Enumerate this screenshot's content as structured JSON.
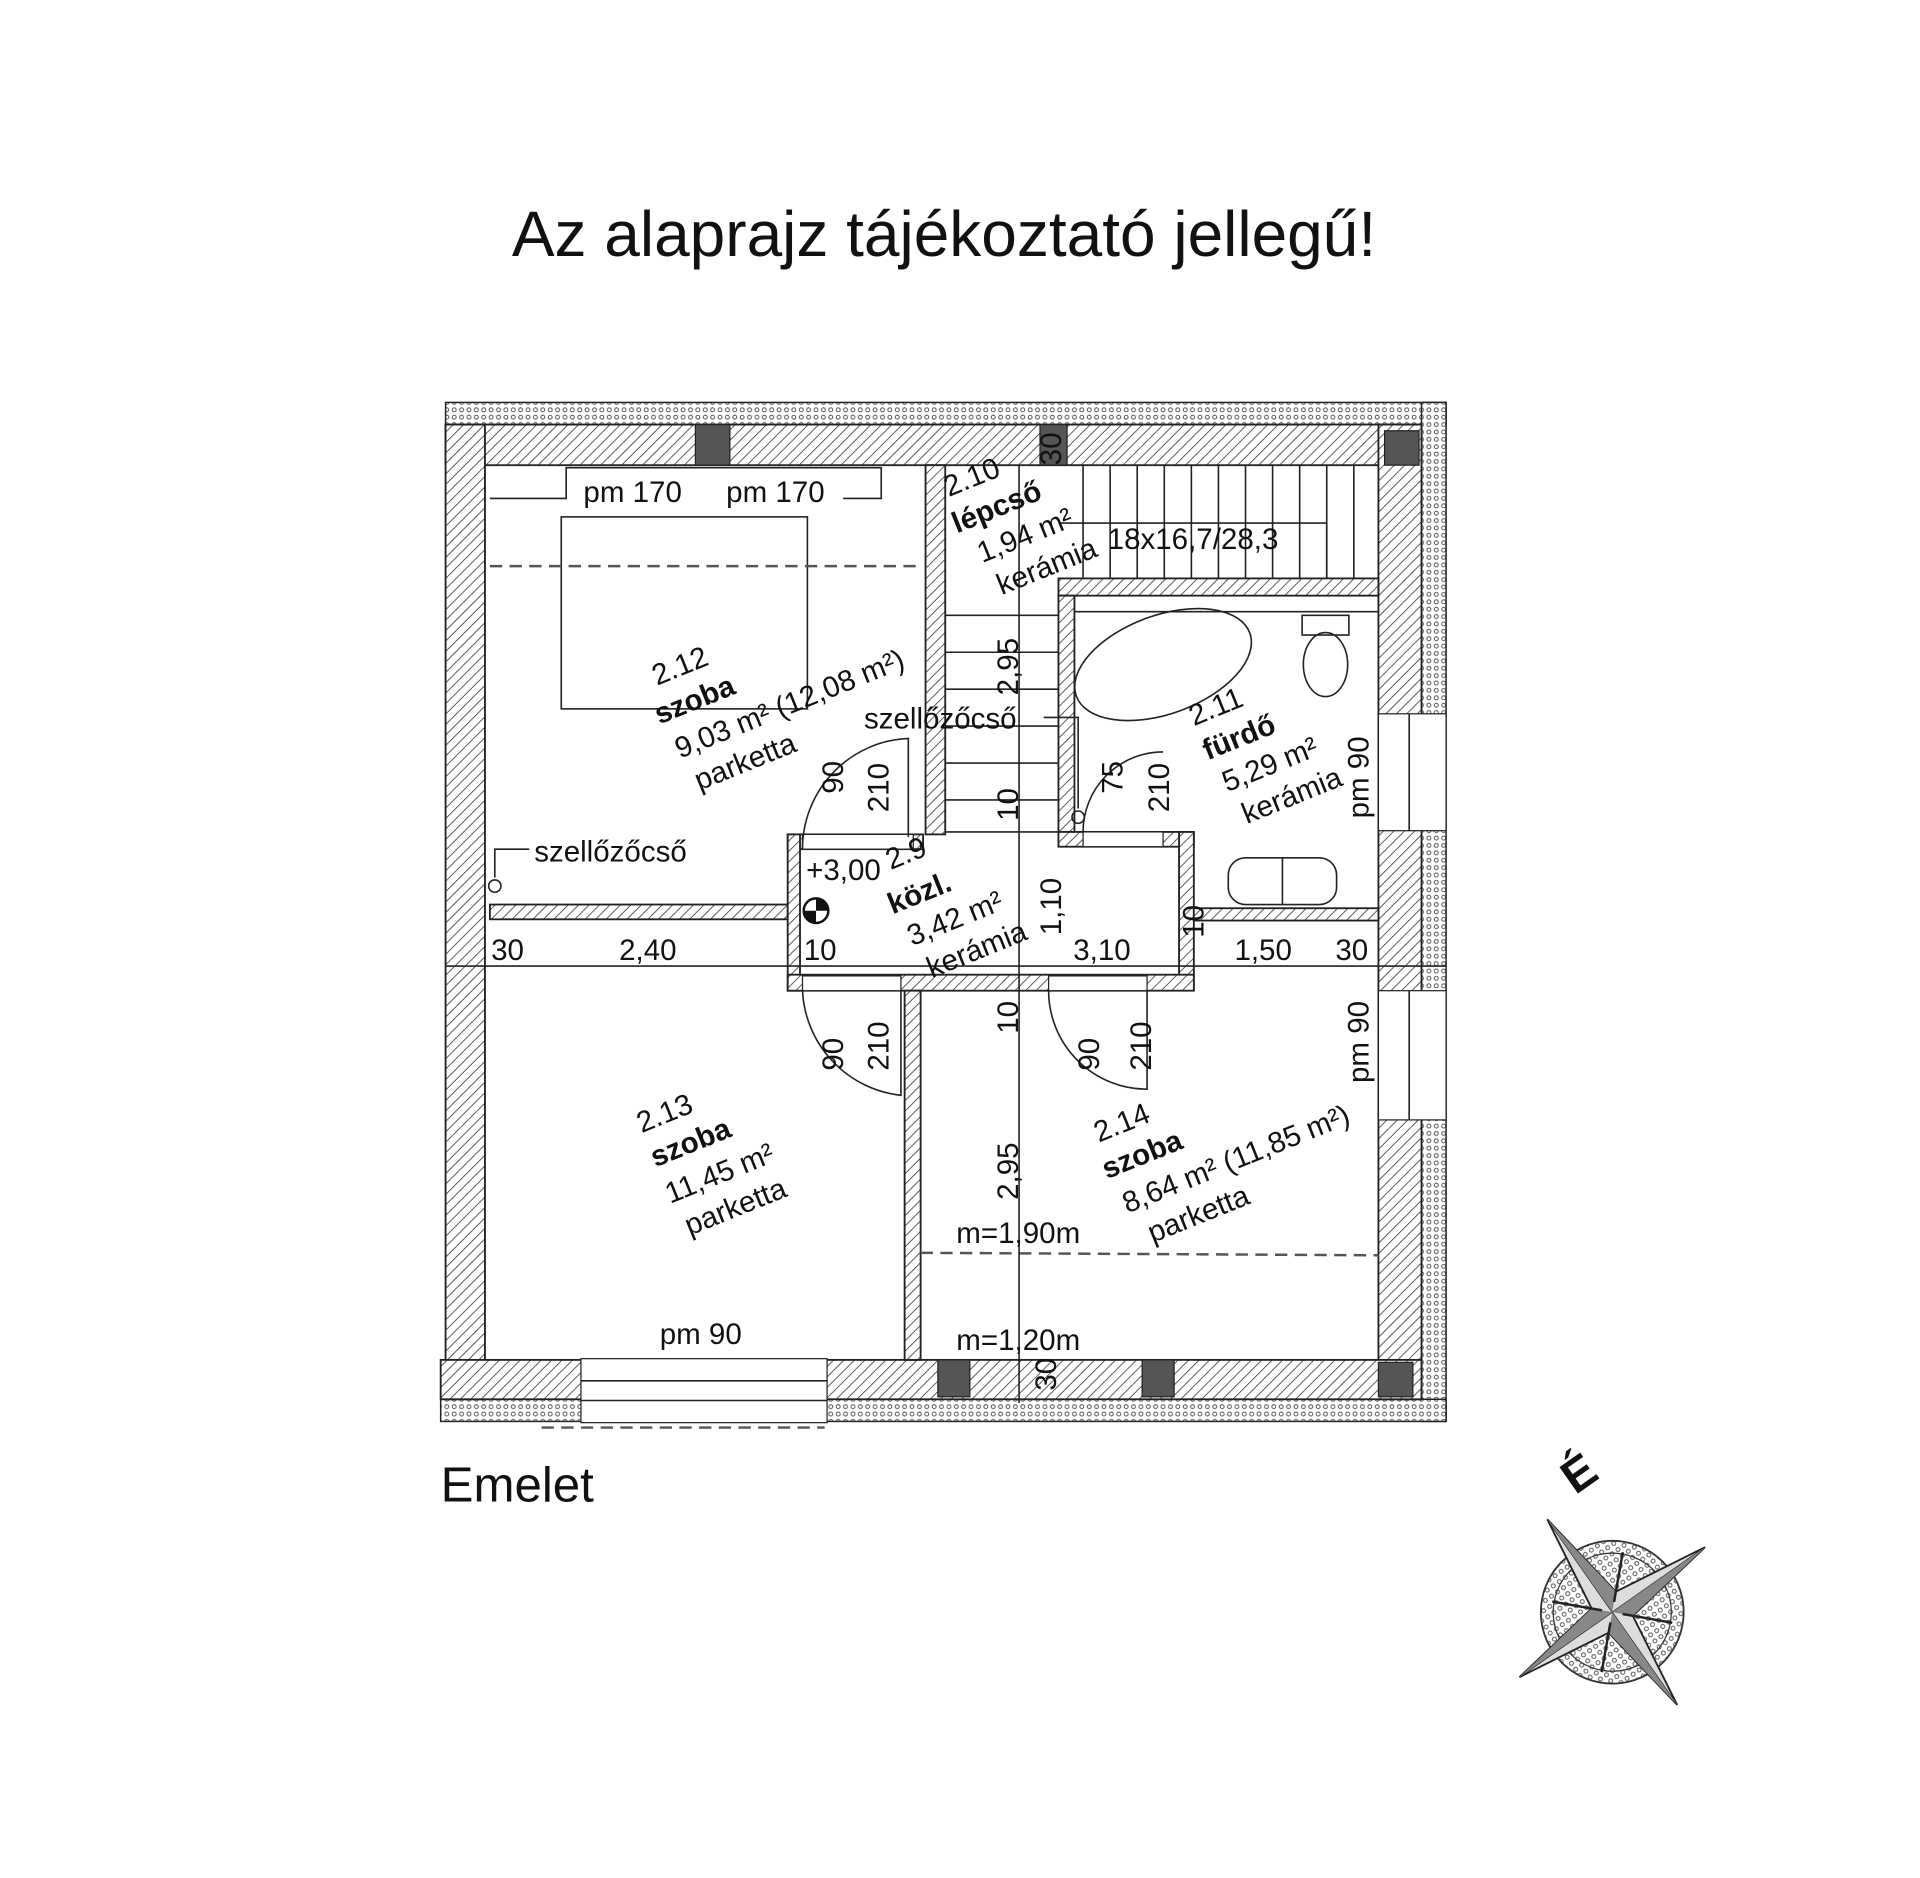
{
  "title": "Az alaprajz tájékoztató jellegű!",
  "floor_label": "Emelet",
  "north_label": "É",
  "rooms": [
    {
      "number": "2.12",
      "name": "szoba",
      "area": "9,03 m² (12,08 m²)",
      "floor": "parketta"
    },
    {
      "number": "2.10",
      "name": "lépcső",
      "area": "1,94 m²",
      "floor": "kerámia"
    },
    {
      "number": "2.11",
      "name": "fürdő",
      "area": "5,29 m²",
      "floor": "kerámia"
    },
    {
      "number": "2.9",
      "name": "közl.",
      "area": "3,42 m²",
      "floor": "kerámia"
    },
    {
      "number": "2.13",
      "name": "szoba",
      "area": "11,45 m²",
      "floor": "parketta"
    },
    {
      "number": "2.14",
      "name": "szoba",
      "area": "8,64 m² (11,85 m²)",
      "floor": "parketta"
    }
  ],
  "labels": {
    "window_a": "pm 170",
    "window_b": "pm 170",
    "stair_spec": "18x16,7/28,3",
    "vent_1": "szellőzőcső",
    "vent_2": "szellőzőcső",
    "level": "+3,00",
    "bath_window": "pm 90",
    "room14_window": "pm 90",
    "room13_window": "pm 90",
    "height_190": "m=1,90m",
    "height_120": "m=1,20m"
  },
  "dimensions": {
    "top_wall": "30",
    "stair_h": "2,95",
    "stair_10": "10",
    "door12_w": "90",
    "door12_h": "210",
    "bath_door_w": "75",
    "bath_door_h": "210",
    "corr_110": "1,10",
    "row": [
      "30",
      "2,40",
      "10",
      "3,10",
      "10",
      "1,50",
      "30"
    ],
    "door13_w": "90",
    "door13_h": "210",
    "door14_w": "90",
    "door14_h": "210",
    "lower_10": "10",
    "lower_295": "2,95",
    "bottom_wall": "30"
  }
}
